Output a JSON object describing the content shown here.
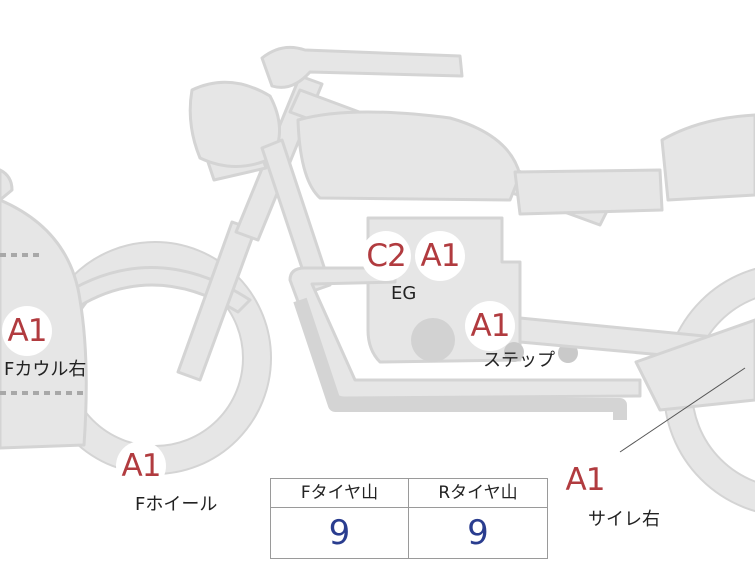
{
  "diagram": {
    "markers": [
      {
        "code": "A1",
        "location": "Fカウル右"
      },
      {
        "code": "A1",
        "location": "Fホイール"
      },
      {
        "code": "C2",
        "location": "EG"
      },
      {
        "code": "A1",
        "location": "EG"
      },
      {
        "code": "A1",
        "location": "ステップ"
      },
      {
        "code": "A1",
        "location": "サイレ右"
      }
    ],
    "labels": {
      "f_cowl_right": "Fカウル右",
      "f_wheel": "Fホイール",
      "engine": "EG",
      "step": "ステップ",
      "silencer_right": "サイレ右"
    }
  },
  "tire_table": {
    "headers": [
      "Fタイヤ山",
      "Rタイヤ山"
    ],
    "values": [
      "9",
      "9"
    ]
  },
  "colors": {
    "bike_fill": "#e6e6e6",
    "bike_outline": "#d6d6d6",
    "marker_text": "#b13b3f",
    "value_text": "#2a3d8f"
  }
}
